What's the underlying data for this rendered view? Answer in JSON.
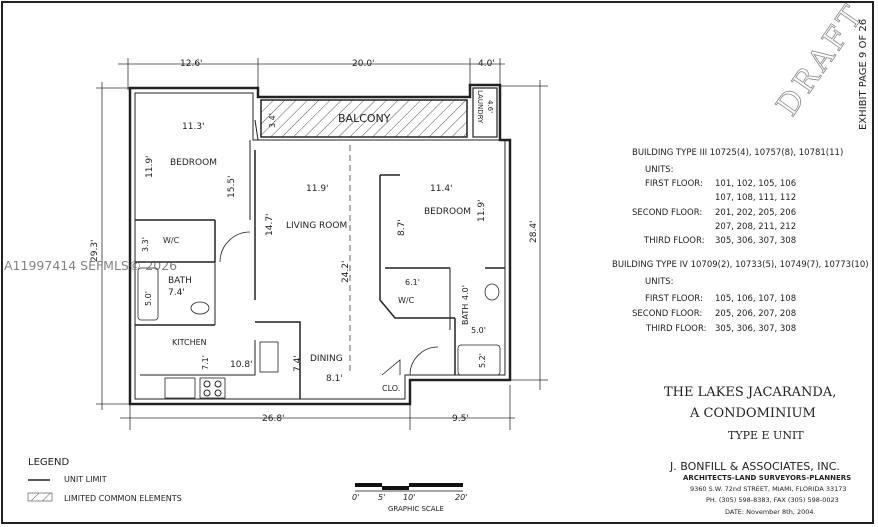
{
  "header": {
    "draft_stamp": "DRAFT",
    "exhibit_page": "EXHIBIT PAGE 9 OF 26"
  },
  "watermark": "A11997414  SEFMLS© 2026",
  "dimensions": {
    "top": [
      "12.6'",
      "20.0'",
      "4.0'"
    ],
    "bottom": [
      "26.8'",
      "9.5'"
    ],
    "left": "29.3'",
    "right": "28.4'"
  },
  "rooms": {
    "bedroom1": {
      "label": "BEDROOM",
      "width": "11.3'",
      "depth": "11.9'",
      "side": "15.5'"
    },
    "wc1": {
      "label": "W/C",
      "dim": "3.3'"
    },
    "bath1": {
      "label": "BATH",
      "dim": "7.4'",
      "tub": "5.0'"
    },
    "kitchen": {
      "label": "KITCHEN",
      "dim1": "7.1'",
      "dim2": "10.8'"
    },
    "living": {
      "label": "LIVING ROOM",
      "width": "11.9'",
      "side": "14.7'",
      "length": "24.2'"
    },
    "dining": {
      "label": "DINING",
      "side": "7.4'",
      "width": "8.1'"
    },
    "bedroom2": {
      "label": "BEDROOM",
      "width": "11.4'",
      "side": "8.7'",
      "depth": "11.9'"
    },
    "wc2": {
      "label": "W/C",
      "dim": "6.1'"
    },
    "bath2": {
      "label": "BATH",
      "dim": "4.0'",
      "width": "5.0'",
      "tub": "5.2'"
    },
    "closet": {
      "label": "CLO."
    },
    "balcony": {
      "label": "BALCONY",
      "dim": "3.4'"
    },
    "laundry": {
      "label": "LAUNDRY",
      "dim": "4.6'"
    }
  },
  "units_info": {
    "type3": {
      "title": "BUILDING TYPE III 10725(4), 10757(8), 10781(11)",
      "units_label": "UNITS:",
      "first_label": "FIRST FLOOR:",
      "first": [
        "101, 102, 105, 106",
        "107, 108, 111, 112"
      ],
      "second_label": "SECOND FLOOR:",
      "second": [
        "201, 202, 205, 206",
        "207, 208, 211, 212"
      ],
      "third_label": "THIRD FLOOR:",
      "third": "305, 306, 307, 308"
    },
    "type4": {
      "title": "BUILDING TYPE IV 10709(2), 10733(5), 10749(7), 10773(10)",
      "units_label": "UNITS:",
      "first_label": "FIRST FLOOR:",
      "first": "105, 106, 107, 108",
      "second_label": "SECOND FLOOR:",
      "second": "205, 206, 207, 208",
      "third_label": "THIRD FLOOR:",
      "third": "305, 306, 307, 308"
    }
  },
  "title_block": {
    "line1": "THE LAKES JACARANDA,",
    "line2": "A CONDOMINIUM",
    "line3": "TYPE E UNIT",
    "firm": "J. BONFILL & ASSOCIATES, INC.",
    "firm_sub": "ARCHITECTS-LAND SURVEYORS-PLANNERS",
    "address": "9360 S.W. 72nd STREET, MIAMI, FLORIDA 33173",
    "phone": "PH. (305) 598-8383, FAX (305) 598-0023",
    "date": "DATE: November 8th, 2004."
  },
  "legend": {
    "title": "LEGEND",
    "unit_limit": "UNIT LIMIT",
    "common": "LIMITED COMMON ELEMENTS"
  },
  "scale": {
    "ticks": [
      "0'",
      "5'",
      "10'",
      "20'"
    ],
    "label": "GRAPHIC SCALE"
  }
}
